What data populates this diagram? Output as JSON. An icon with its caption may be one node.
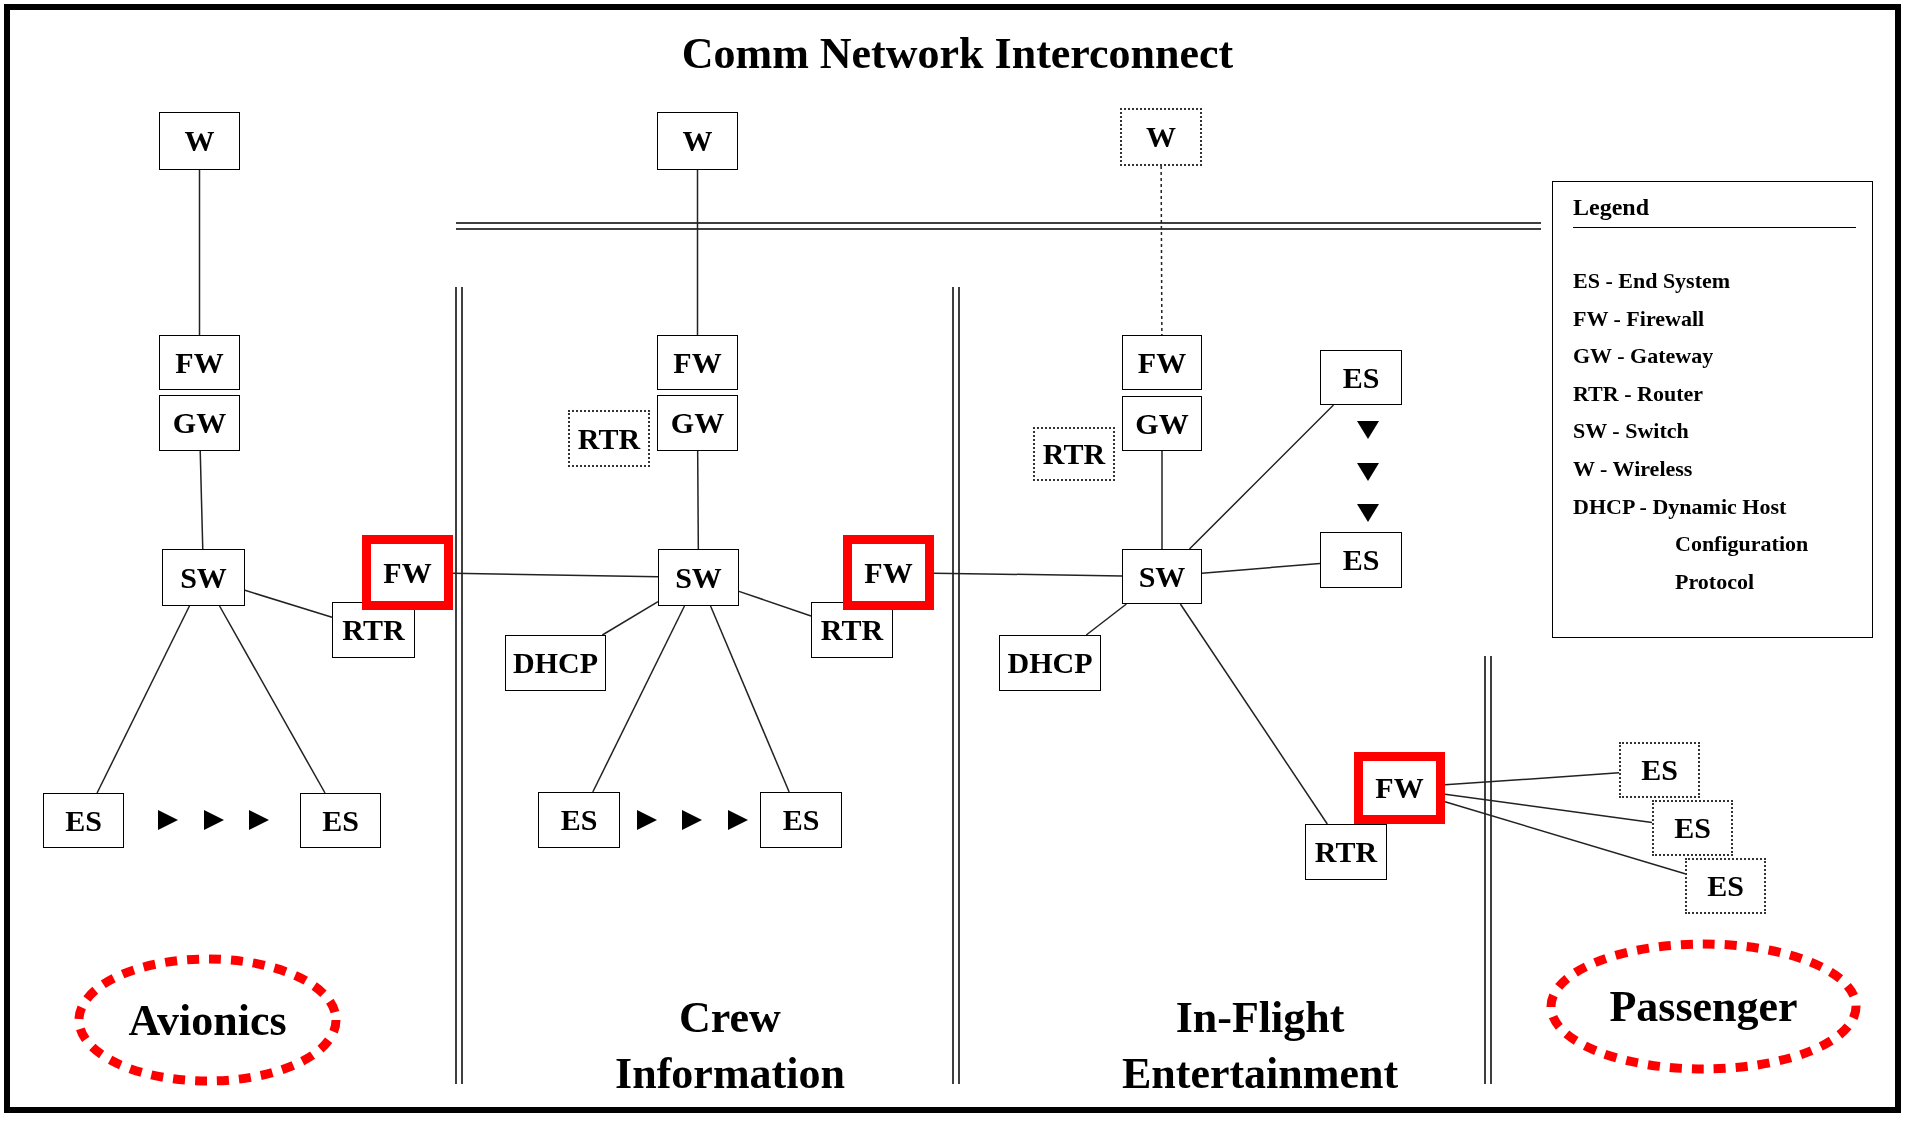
{
  "diagram": {
    "title": "Comm Network Interconnect",
    "nodes": [
      {
        "text": [
          "W"
        ]
      },
      {
        "text": [
          "FW"
        ]
      },
      {
        "text": [
          "GW"
        ]
      },
      {
        "text": [
          "SW"
        ]
      },
      {
        "text": [
          "FW"
        ]
      },
      {
        "text": [
          "RTR"
        ]
      },
      {
        "text": [
          "ES"
        ]
      },
      {
        "text": [
          "ES"
        ]
      },
      {
        "text": [
          "W"
        ]
      },
      {
        "text": [
          "FW"
        ]
      },
      {
        "text": [
          "RTR"
        ]
      },
      {
        "text": [
          "GW"
        ]
      },
      {
        "text": [
          "SW"
        ]
      },
      {
        "text": [
          "FW"
        ]
      },
      {
        "text": [
          "RTR"
        ]
      },
      {
        "text": [
          "DHCP"
        ]
      },
      {
        "text": [
          "ES"
        ]
      },
      {
        "text": [
          "ES"
        ]
      },
      {
        "text": [
          "W"
        ]
      },
      {
        "text": [
          "FW"
        ]
      },
      {
        "text": [
          "RTR"
        ]
      },
      {
        "text": [
          "GW"
        ]
      },
      {
        "text": [
          "ES"
        ]
      },
      {
        "text": [
          "SW"
        ]
      },
      {
        "text": [
          "ES"
        ]
      },
      {
        "text": [
          "DHCP"
        ]
      },
      {
        "text": [
          "FW"
        ]
      },
      {
        "text": [
          "RTR"
        ]
      },
      {
        "text": [
          "ES"
        ]
      },
      {
        "text": [
          "ES"
        ]
      },
      {
        "text": [
          "ES"
        ]
      },
      {
        "text": [
          "Avionics"
        ]
      },
      {
        "text": [
          "Passenger"
        ]
      },
      {
        "text": [
          "Legend",
          "ES - End System",
          "FW - Firewall",
          "GW - Gateway",
          "RTR - Router",
          "SW - Switch",
          "W - Wireless",
          "DHCP - Dynamic Host Configuration Protocol"
        ]
      }
    ],
    "edges": [
      {
        "from": 0,
        "to": 1,
        "arrow": "none"
      },
      {
        "from": 2,
        "to": 3,
        "arrow": "none"
      },
      {
        "from": 3,
        "to": 5,
        "arrow": "none"
      },
      {
        "from": 3,
        "to": 6,
        "arrow": "none"
      },
      {
        "from": 3,
        "to": 7,
        "arrow": "none"
      },
      {
        "from": 4,
        "to": 12,
        "arrow": "none"
      },
      {
        "from": 8,
        "to": 9,
        "arrow": "none"
      },
      {
        "from": 11,
        "to": 12,
        "arrow": "none"
      },
      {
        "from": 12,
        "to": 15,
        "arrow": "none"
      },
      {
        "from": 12,
        "to": 14,
        "arrow": "none"
      },
      {
        "from": 12,
        "to": 16,
        "arrow": "none"
      },
      {
        "from": 12,
        "to": 17,
        "arrow": "none"
      },
      {
        "from": 13,
        "to": 23,
        "arrow": "none"
      },
      {
        "from": 18,
        "to": 19,
        "arrow": "none",
        "style": "dashed"
      },
      {
        "from": 21,
        "to": 23,
        "arrow": "none"
      },
      {
        "from": 23,
        "to": 22,
        "arrow": "none"
      },
      {
        "from": 23,
        "to": 24,
        "arrow": "none"
      },
      {
        "from": 23,
        "to": 25,
        "arrow": "none"
      },
      {
        "from": 23,
        "to": 27,
        "arrow": "none"
      },
      {
        "from": 26,
        "to": 28,
        "arrow": "none"
      },
      {
        "from": 26,
        "to": 29,
        "arrow": "none"
      },
      {
        "from": 26,
        "to": 30,
        "arrow": "none"
      }
    ],
    "labels": [
      "Crew Information",
      "In-Flight Entertainment"
    ]
  }
}
